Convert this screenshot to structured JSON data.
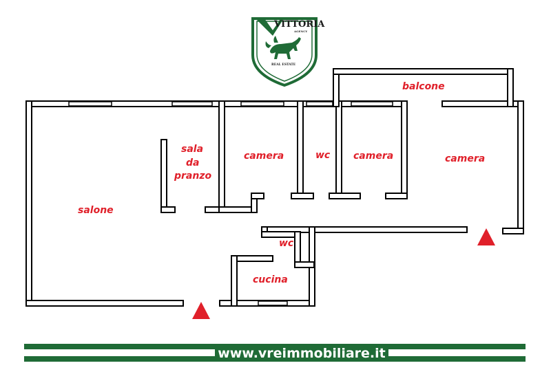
{
  "logo": {
    "brand": "VITTORIA",
    "sub": "AGENCY",
    "tagline": "REAL ESTATE",
    "icon": "bull-icon",
    "color_green": "#1f6b36"
  },
  "rooms": {
    "balcone": "balcone",
    "sala_line1": "sala",
    "sala_line2": "da",
    "sala_line3": "pranzo",
    "camera_1": "camera",
    "wc_1": "wc",
    "camera_2": "camera",
    "camera_3": "camera",
    "salone": "salone",
    "wc_2": "wc",
    "cucina": "cucina"
  },
  "label_color": "#e0202a",
  "entrance_marker_color": "#e0202a",
  "footer": {
    "url": "www.vreimmobiliare.it",
    "stripe_color": "#1f6b36"
  }
}
